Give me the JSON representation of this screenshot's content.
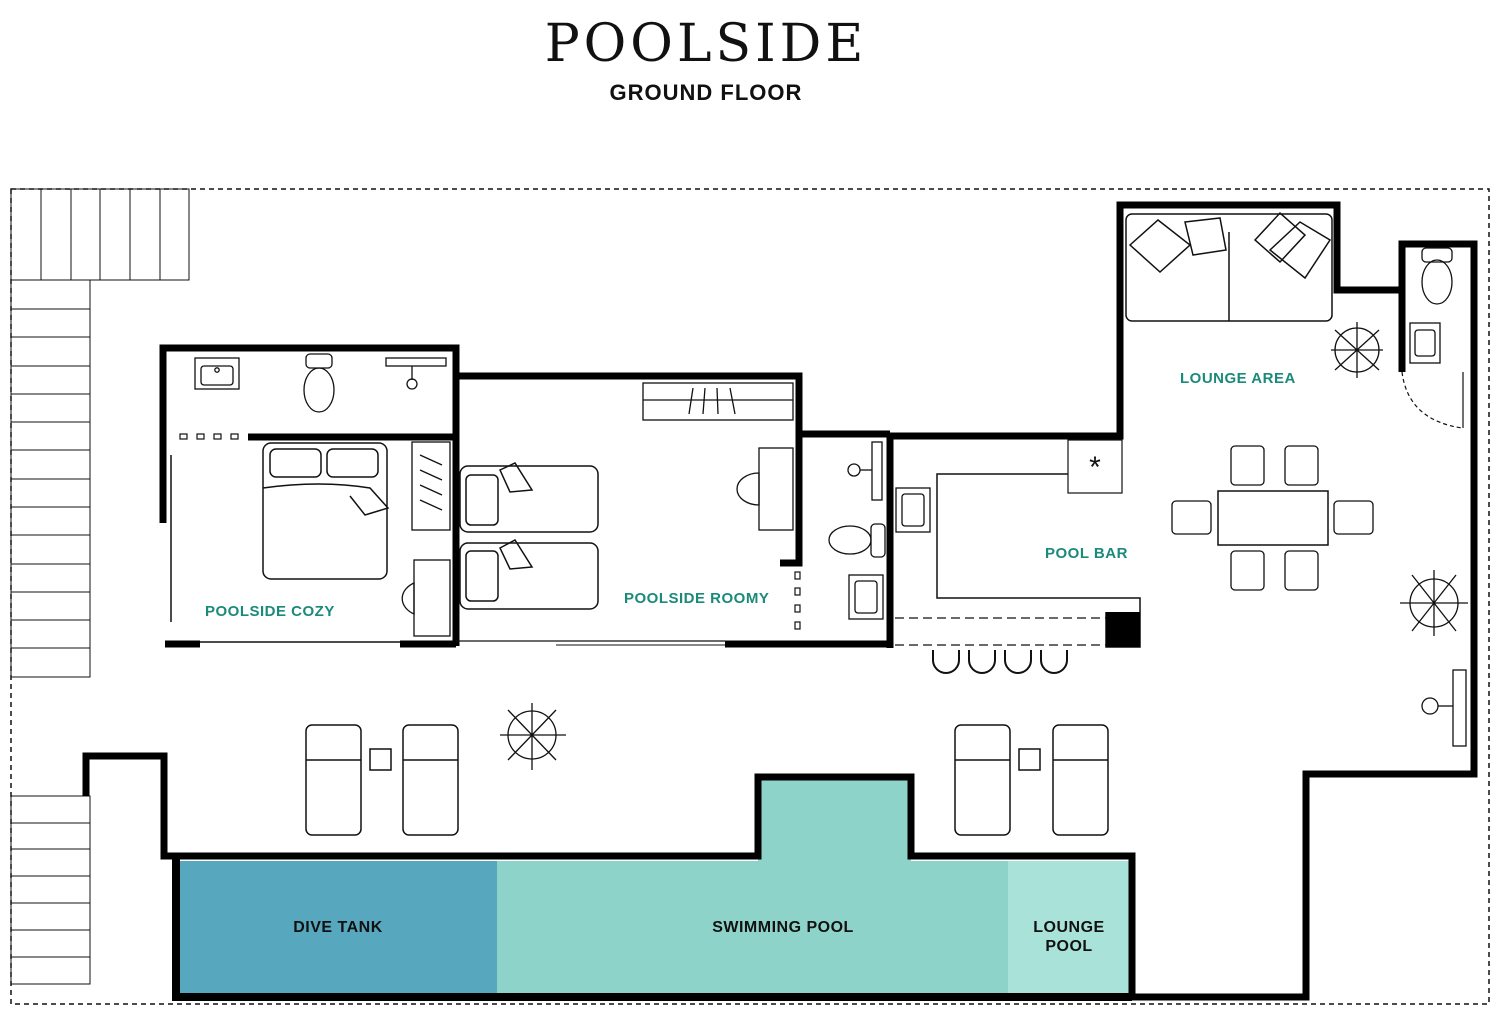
{
  "header": {
    "brand": "POOLSIDE",
    "floor": "GROUND FLOOR"
  },
  "colors": {
    "label_teal": "#1a8a7a",
    "wall": "#000000",
    "dive_tank": "#57a8bf",
    "swimming_pool": "#8dd3c9",
    "lounge_pool": "#a8e2d8"
  },
  "rooms": {
    "cozy": "POOLSIDE COZY",
    "roomy": "POOLSIDE ROOMY",
    "pool_bar": "POOL BAR",
    "lounge_area": "LOUNGE AREA"
  },
  "pools": {
    "dive_tank": "DIVE TANK",
    "swimming_pool": "SWIMMING POOL",
    "lounge_pool": "LOUNGE\nPOOL"
  },
  "icons": {
    "bar_fan": "asterisk-icon"
  }
}
